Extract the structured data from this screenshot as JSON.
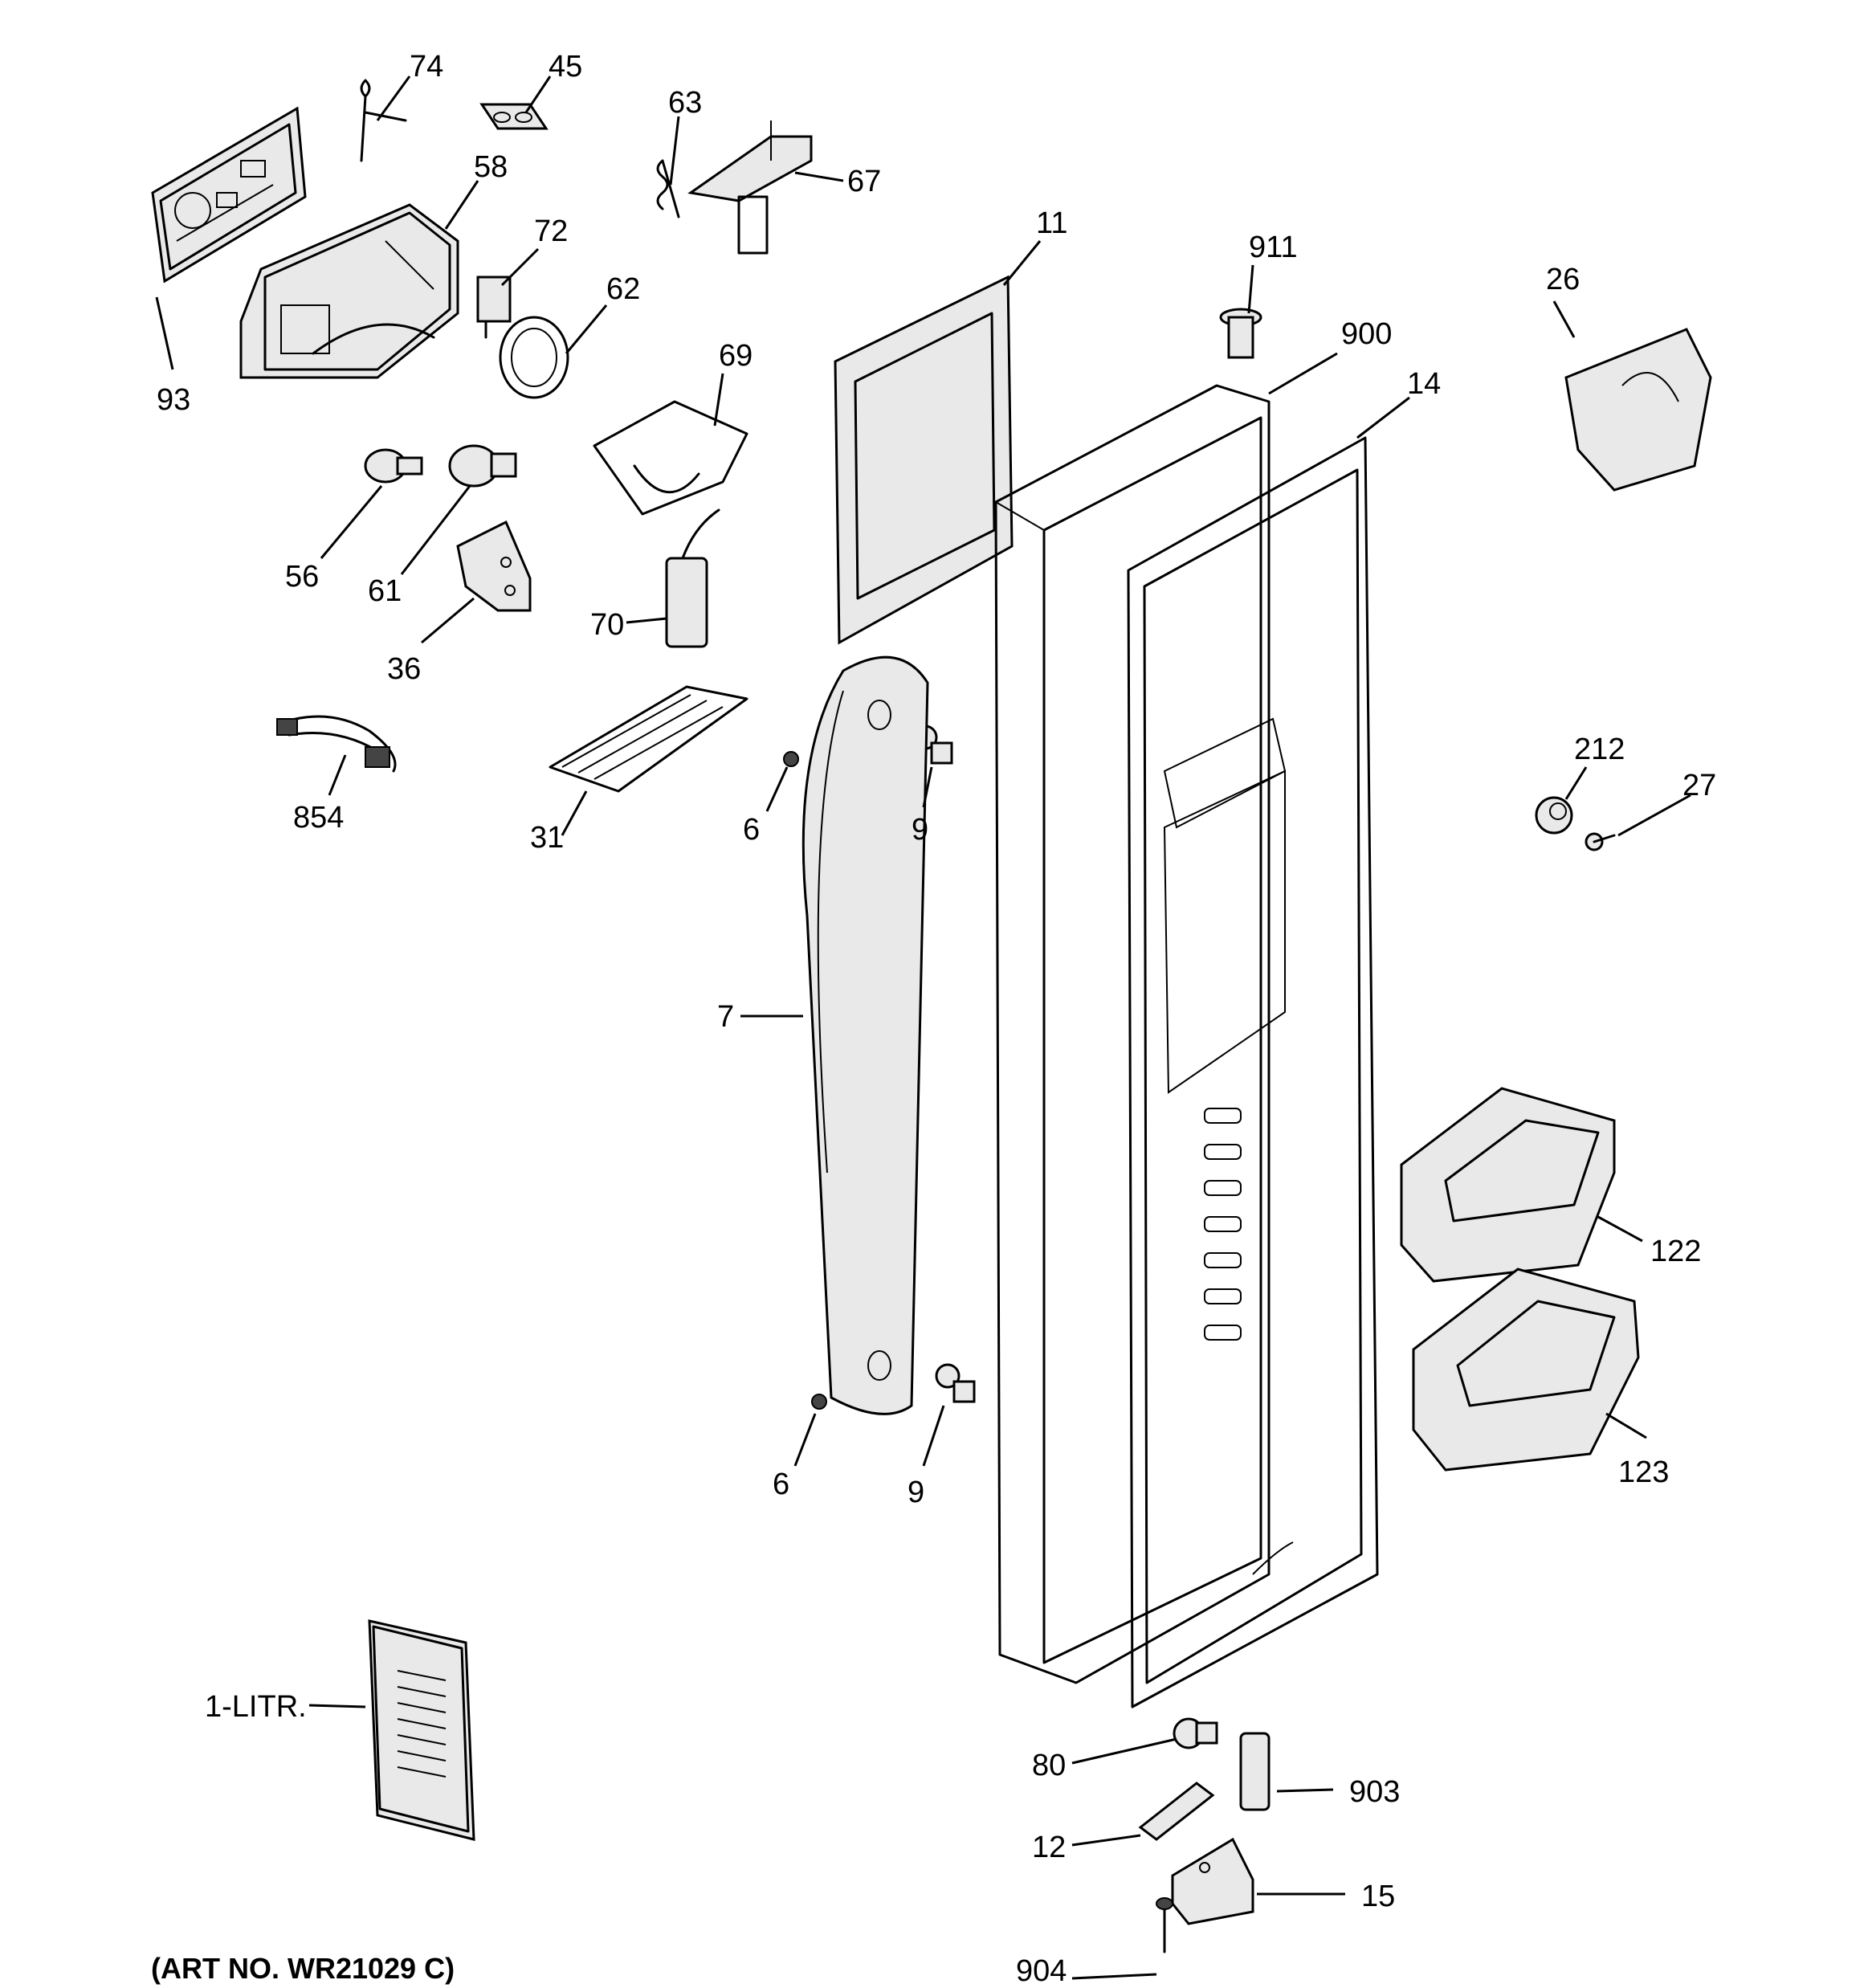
{
  "diagram": {
    "caption": "(ART NO. WR21029 C)",
    "callouts": {
      "p74": "74",
      "p45": "45",
      "p63": "63",
      "p67": "67",
      "p58": "58",
      "p72": "72",
      "p62": "62",
      "p93": "93",
      "p11": "11",
      "p911": "911",
      "p900": "900",
      "p14": "14",
      "p26": "26",
      "p69": "69",
      "p56": "56",
      "p61": "61",
      "p36": "36",
      "p70": "70",
      "p854": "854",
      "p31": "31",
      "p6a": "6",
      "p9a": "9",
      "p212": "212",
      "p27": "27",
      "p7": "7",
      "p122": "122",
      "p123": "123",
      "p6b": "6",
      "p9b": "9",
      "p1litr": "1-LITR.",
      "p80": "80",
      "p903": "903",
      "p12": "12",
      "p15": "15",
      "p904": "904"
    }
  }
}
